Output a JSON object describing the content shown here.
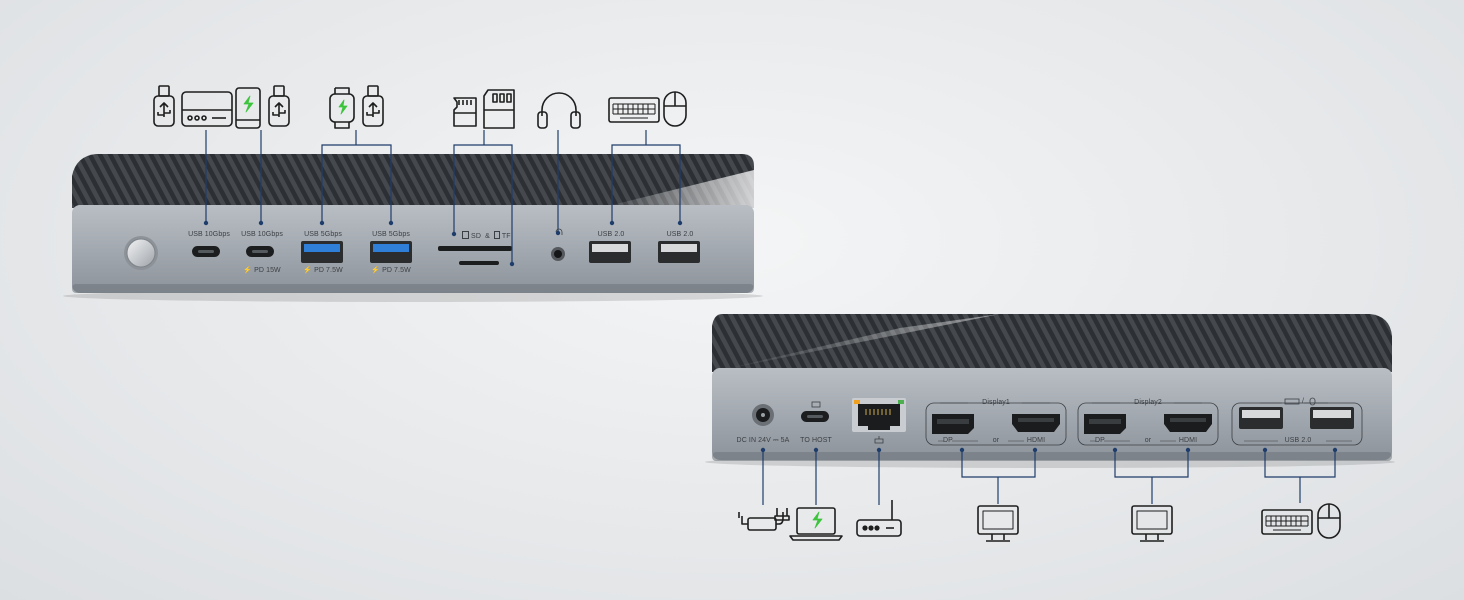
{
  "front": {
    "ports": [
      {
        "id": "usbc1",
        "label": "USB 10Gbps",
        "sub": ""
      },
      {
        "id": "usbc2",
        "label": "USB 10Gbps",
        "sub": "PD 15W"
      },
      {
        "id": "usba1",
        "label": "USB 5Gbps",
        "sub": "PD 7.5W"
      },
      {
        "id": "usba2",
        "label": "USB 5Gbps",
        "sub": "PD 7.5W"
      },
      {
        "id": "usba3",
        "label": "USB 2.0",
        "sub": ""
      },
      {
        "id": "usba4",
        "label": "USB 2.0",
        "sub": ""
      }
    ],
    "card_slot_label": "SD & TF",
    "card_slot_sd": "SD",
    "card_slot_amp": "&",
    "card_slot_tf": "TF",
    "bolt_symbol": "⚡"
  },
  "back": {
    "dc_label": "DC IN 24V ⎓ 5A",
    "host_label": "TO HOST",
    "display1_title": "Display1",
    "display2_title": "Display2",
    "dp_label": "DP",
    "or_label": "or",
    "hdmi_label": "HDMI",
    "usb2_label": "USB 2.0",
    "usb2_slash": "/"
  },
  "icons": {
    "front": [
      "usb-drive-icon",
      "hard-drive-icon",
      "phone-charging-icon",
      "usb-drive-icon",
      "smartwatch-icon",
      "usb-drive-icon",
      "microsd-card-icon",
      "sd-card-icon",
      "headphones-icon",
      "keyboard-icon",
      "mouse-icon"
    ],
    "back": [
      "power-adapter-icon",
      "laptop-charging-icon",
      "router-icon",
      "monitor-icon",
      "monitor-icon",
      "keyboard-icon",
      "mouse-icon"
    ]
  },
  "colors": {
    "accent_line": "#1f3d6b",
    "usb3_blue": "#2f7fd8",
    "charge_green": "#3cc43c",
    "body_silver": "#a7adb4",
    "top_dark": "#2b2e31"
  }
}
